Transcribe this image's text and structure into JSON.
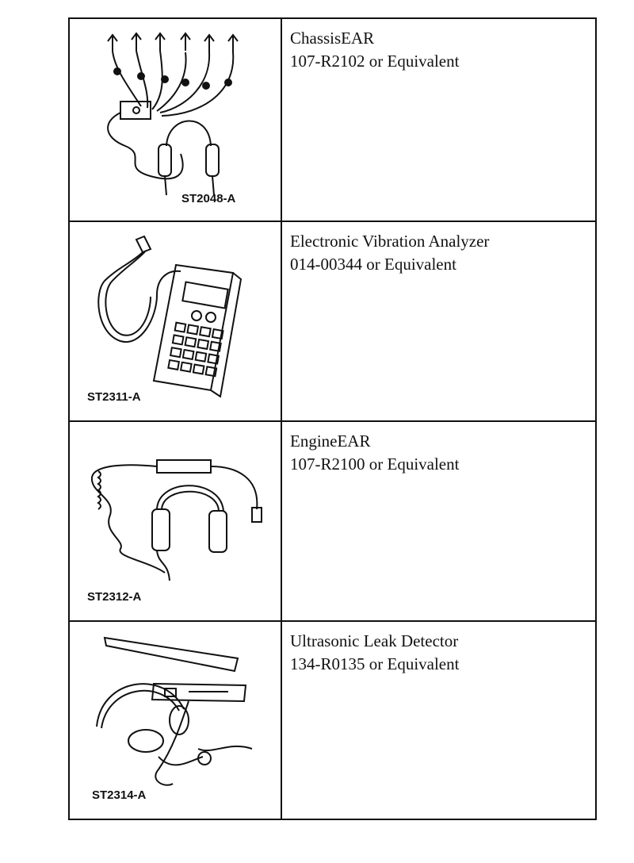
{
  "tools": [
    {
      "name": "ChassisEAR",
      "part": "107-R2102 or Equivalent",
      "code": "ST2048-A",
      "icon": "chassis-ear-illustration"
    },
    {
      "name": "Electronic Vibration Analyzer",
      "part": "014-00344 or Equivalent",
      "code": "ST2311-A",
      "icon": "vibration-analyzer-illustration"
    },
    {
      "name": "EngineEAR",
      "part": "107-R2100 or Equivalent",
      "code": "ST2312-A",
      "icon": "engine-ear-illustration"
    },
    {
      "name": "Ultrasonic Leak Detector",
      "part": "134-R0135 or Equivalent",
      "code": "ST2314-A",
      "icon": "leak-detector-illustration"
    }
  ]
}
